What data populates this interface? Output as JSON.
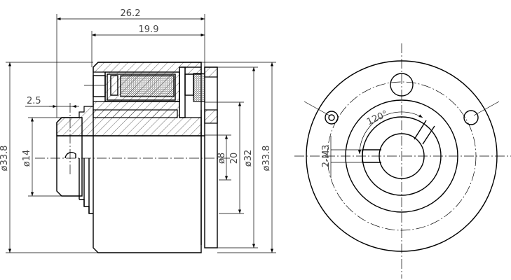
{
  "side_view": {
    "dim_overall_length": "26.2",
    "dim_body_length": "19.9",
    "dim_step": "2.5",
    "dim_outer_dia_left": "ø33.8",
    "dim_shaft_dia": "ø14",
    "dim_bore_dia": "ø8",
    "dim_hub_dia": "20",
    "dim_flange_dia": "ø32",
    "dim_outer_dia_right": "ø33.8"
  },
  "front_view": {
    "dim_thread": "2-M3",
    "dim_angle": "120°"
  }
}
